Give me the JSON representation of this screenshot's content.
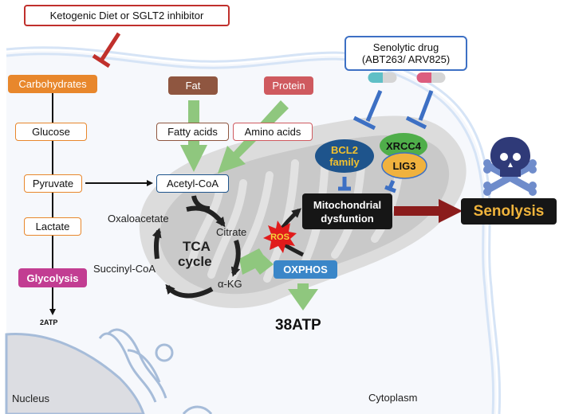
{
  "title": "Metabolic targeting of senescent cells",
  "inhibitor": {
    "label": "Ketogenic Diet or SGLT2 inhibitor",
    "color": "#c0302c"
  },
  "senolytic": {
    "line1": "Senolytic drug",
    "line2": "(ABT263/  ARV825)",
    "color": "#3d70c4"
  },
  "glycolysis_path": {
    "carbohydrates": "Carbohydrates",
    "glucose": "Glucose",
    "pyruvate": "Pyruvate",
    "lactate": "Lactate",
    "glycolysis": "Glycolysis",
    "atp": "2ATP"
  },
  "nutrients": {
    "fat": "Fat",
    "protein": "Protein",
    "fatty_acids": "Fatty acids",
    "amino_acids": "Amino acids",
    "acetyl_coa": "Acetyl-CoA"
  },
  "tca": {
    "title_line1": "TCA",
    "title_line2": "cycle",
    "oxaloacetate": "Oxaloacetate",
    "citrate": "Citrate",
    "akg": "α-KG",
    "succinyl_coa": "Succinyl-CoA"
  },
  "mito": {
    "ros": "ROS",
    "oxphos": "OXPHOS",
    "atp": "38ATP",
    "bcl2_line1": "BCL2",
    "bcl2_line2": "family",
    "xrcc4": "XRCC4",
    "lig3": "LIG3",
    "dysfunction_line1": "Mitochondrial",
    "dysfunction_line2": "dysfuntion"
  },
  "outcome": {
    "senolysis": "Senolysis"
  },
  "regions": {
    "nucleus": "Nucleus",
    "cytoplasm": "Cytoplasm"
  },
  "colors": {
    "carbohydrates": "#e8872c",
    "fat": "#8f5640",
    "protein": "#cf5a5f",
    "glycolysis": "#c23d92",
    "oxphos": "#3a86c8",
    "green_arrow": "#8fc77e",
    "dark_red_arrow": "#8b1c1c",
    "senolysis_text": "#f0b43c"
  }
}
